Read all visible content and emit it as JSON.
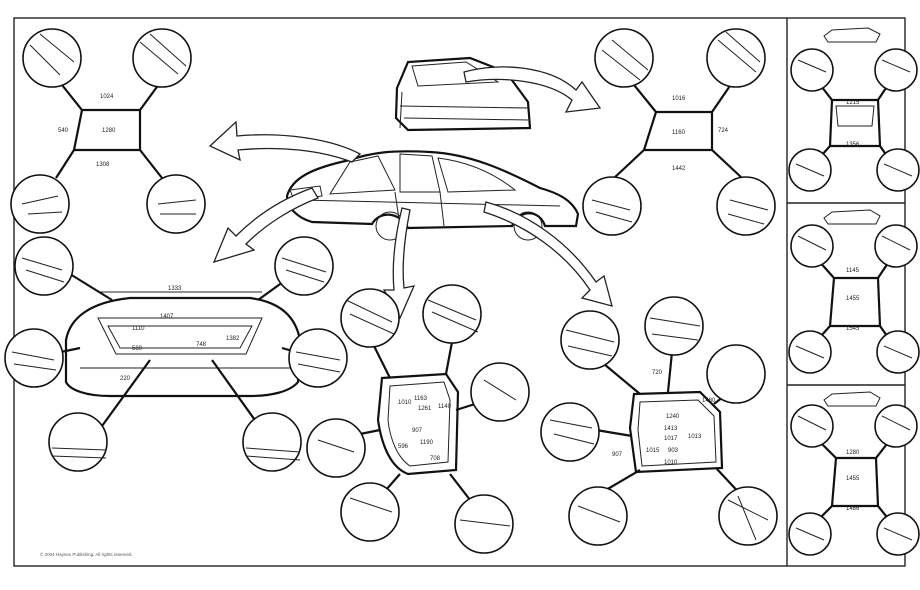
{
  "diagram": {
    "copyright": "© 2004 Haynes Publishing. All rights reserved.",
    "dimensions": {
      "windshield": [
        "1024",
        "1280",
        "1308",
        "540"
      ],
      "rear_window": [
        "1016",
        "1160",
        "1442",
        "724"
      ],
      "trunk": [
        "1333",
        "1110",
        "580",
        "1382",
        "220",
        "1407",
        "748"
      ],
      "front_door": [
        "1163",
        "1261",
        "1010",
        "1140",
        "907",
        "1190",
        "596",
        "708"
      ],
      "rear_door": [
        "720",
        "1240",
        "1413",
        "1017",
        "1013",
        "907",
        "1015",
        "903",
        "1010",
        "1480"
      ],
      "panel_top": [
        "1215",
        "1356"
      ],
      "panel_mid": [
        "1145",
        "1455",
        "1545"
      ],
      "panel_bottom": [
        "1280",
        "1455",
        "1486"
      ]
    }
  }
}
